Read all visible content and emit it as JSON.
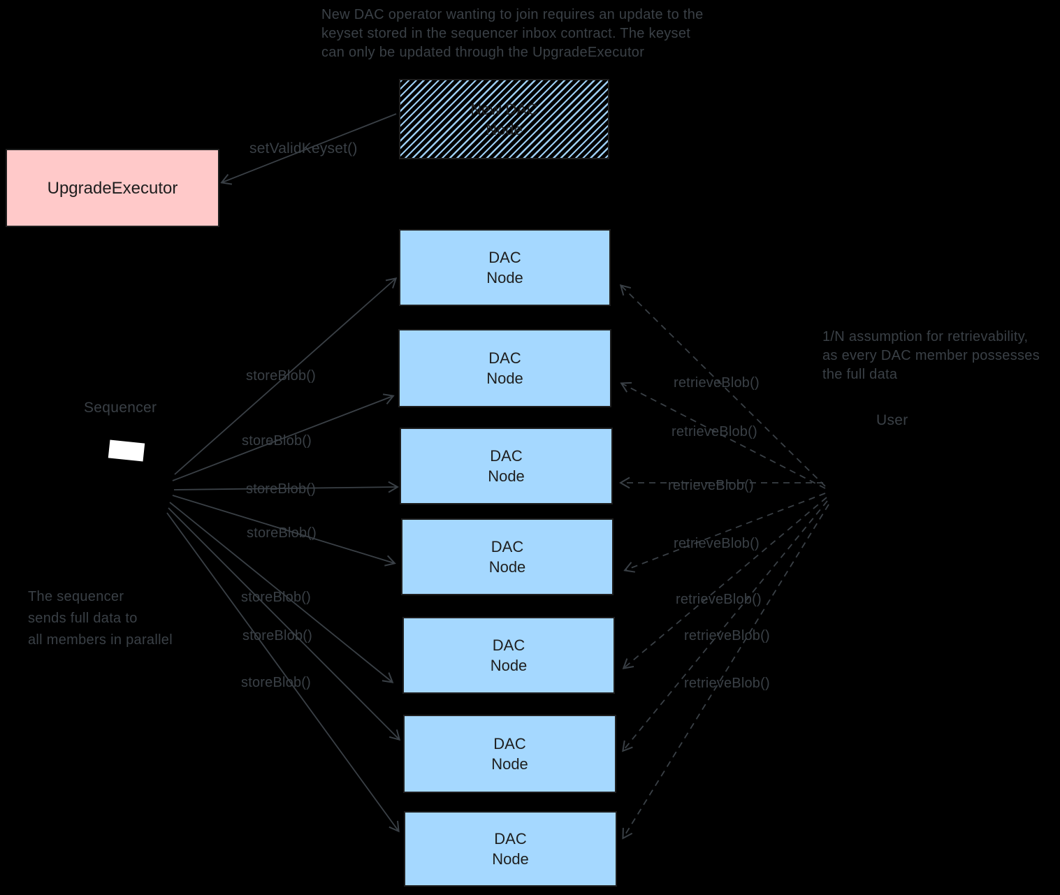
{
  "diagram": {
    "top_note": "New DAC operator wanting to join requires an update to the\nkeyset stored in the sequencer inbox contract. The keyset\ncan only be updated through the UpgradeExecutor",
    "left_note": "The sequencer\nsends full data to\nall members in parallel",
    "right_note": "1/N assumption for retrievability,\nas every DAC member possesses\nthe full data",
    "sequencer_label": "Sequencer",
    "user_label": "User",
    "upgrade_executor_label": "UpgradeExecutor",
    "new_dac_node_label": "New DAC\nNode",
    "dac_node_label": "DAC\nNode",
    "set_valid_keyset_label": "setValidKeyset()",
    "store_blob_label": "storeBlob()",
    "retrieve_blob_label": "retrieveBlob()",
    "colors": {
      "background": "#000000",
      "dac_node_fill": "#a5d8ff",
      "upgrade_executor_fill": "#ffc9c9",
      "box_stroke": "#1e1e1e",
      "ink": "#3a4046"
    }
  }
}
